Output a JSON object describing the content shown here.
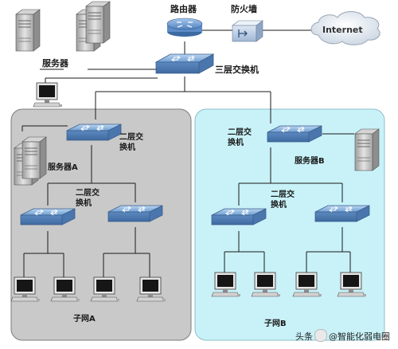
{
  "labels": {
    "router": "路由器",
    "firewall": "防火墙",
    "internet": "Internet",
    "server_group": "服务器",
    "l3_switch": "三层交换机",
    "l2_switch_a_top": "二层交换机",
    "server_a": "服务器A",
    "l2_switch_a_sub": "二层交换机",
    "subnet_a": "子网A",
    "l2_switch_b_top": "二层交换机",
    "server_b": "服务器B",
    "l2_switch_b_sub": "二层交换机",
    "subnet_b": "子网B"
  },
  "watermark": {
    "prefix": "头条",
    "source": "@智能化弱电圈"
  },
  "colors": {
    "zone_a_fill": "#c9c9c9",
    "zone_b_fill": "#c8f2f8",
    "switch_blue": "#7aa6d6",
    "link_line": "#1a1a1a"
  },
  "icons": [
    "router-icon",
    "firewall-icon",
    "cloud-icon",
    "switch-icon",
    "server-icon",
    "pc-icon"
  ]
}
